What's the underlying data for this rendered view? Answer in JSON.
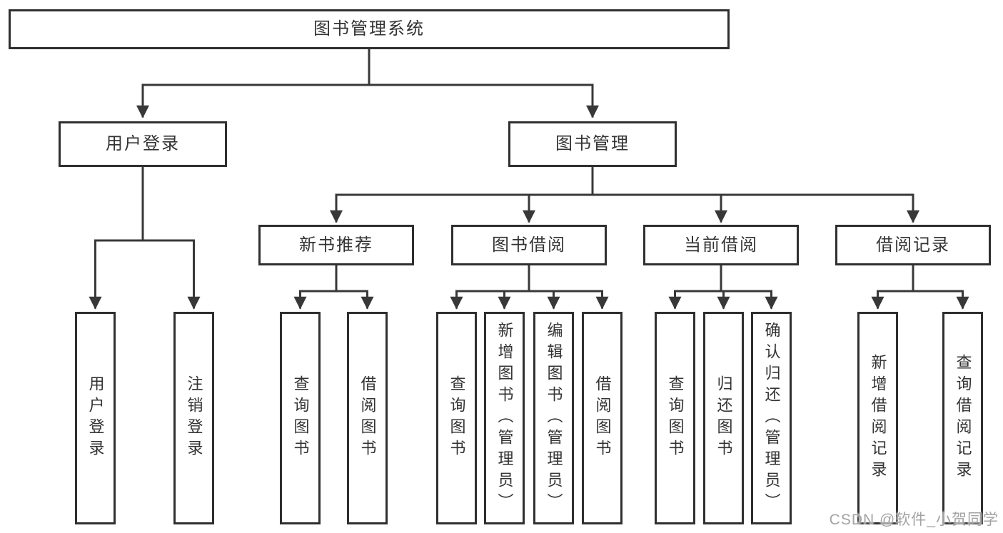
{
  "diagram": {
    "colors": {
      "line": "#383838",
      "box_border": "#2f2f2f",
      "text": "#333333",
      "watermark": "#a3a3a3",
      "background": "#ffffff"
    },
    "watermark": {
      "text": "CSDN @软件_小贺同学"
    },
    "tree": {
      "root": {
        "label": "图书管理系统",
        "children": [
          {
            "label": "用户登录",
            "children": [
              {
                "label": "用户登录"
              },
              {
                "label": "注销登录"
              }
            ]
          },
          {
            "label": "图书管理",
            "children": [
              {
                "label": "新书推荐",
                "children": [
                  {
                    "label": "查询图书"
                  },
                  {
                    "label": "借阅图书"
                  }
                ]
              },
              {
                "label": "图书借阅",
                "children": [
                  {
                    "label": "查询图书"
                  },
                  {
                    "label": "新增图书（管理员）"
                  },
                  {
                    "label": "编辑图书（管理员）"
                  },
                  {
                    "label": "借阅图书"
                  }
                ]
              },
              {
                "label": "当前借阅",
                "children": [
                  {
                    "label": "查询图书"
                  },
                  {
                    "label": "归还图书"
                  },
                  {
                    "label": "确认归还（管理员）"
                  }
                ]
              },
              {
                "label": "借阅记录",
                "children": [
                  {
                    "label": "新增借阅记录"
                  },
                  {
                    "label": "查询借阅记录"
                  }
                ]
              }
            ]
          }
        ]
      }
    }
  }
}
